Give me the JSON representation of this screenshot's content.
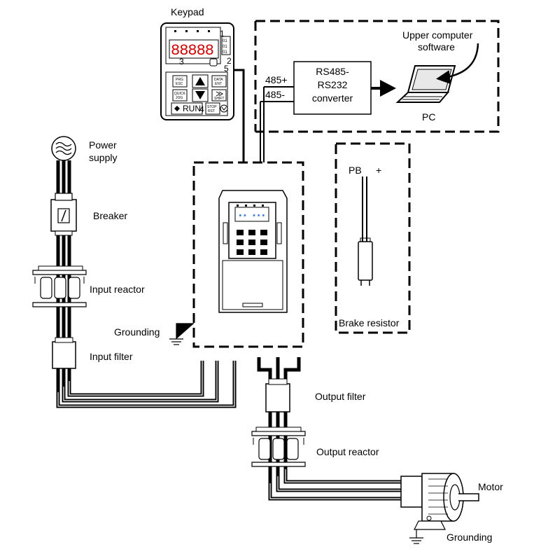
{
  "keypad": {
    "title": "Keypad",
    "display": "88888",
    "callouts": [
      "1",
      "2",
      "3",
      "4",
      "5"
    ],
    "indicator_labels": [
      "01",
      "01",
      "01"
    ],
    "keys": {
      "prg": "PRG",
      "esc": "ESC",
      "data": "DATA",
      "ent": "ENT",
      "quick": "QUICK",
      "jog": "JOG",
      "shift": "SHIFT",
      "run": "RUN",
      "stop": "STOP",
      "rst": "RST"
    }
  },
  "communication": {
    "port_plus": "485+",
    "port_minus": "485-",
    "converter_line1": "RS485-",
    "converter_line2": "RS232",
    "converter_line3": "converter",
    "pc_label": "PC",
    "software_line1": "Upper computer",
    "software_line2": "software"
  },
  "brake": {
    "terminal_pb": "PB",
    "terminal_plus": "+",
    "label": "Brake resistor"
  },
  "input_side": {
    "power_line1": "Power",
    "power_line2": "supply",
    "breaker": "Breaker",
    "input_reactor": "Input reactor",
    "grounding": "Grounding",
    "input_filter": "Input filter"
  },
  "output_side": {
    "output_filter": "Output filter",
    "output_reactor": "Output reactor",
    "motor": "Motor",
    "grounding": "Grounding"
  },
  "colors": {
    "line": "#000000",
    "display_bg": "#ffffff",
    "display_red": "#d00000",
    "inverter_display": "#3d7fd6"
  }
}
